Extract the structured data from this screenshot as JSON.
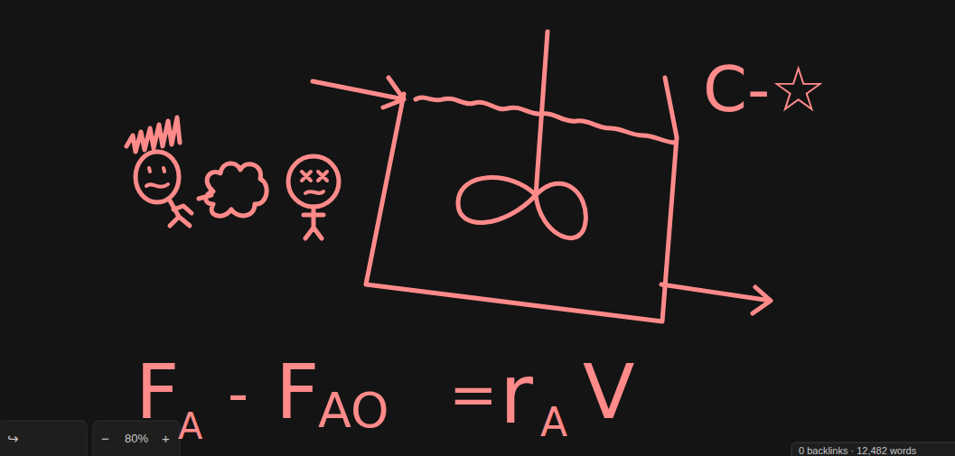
{
  "diagram": {
    "labels": [
      "C-☆",
      "F",
      "A",
      "-",
      "F",
      "AO",
      "=",
      "r",
      "A",
      "V",
      "↪",
      "−",
      "80%",
      "+",
      "0 backlinks · 12,482 words"
    ]
  }
}
